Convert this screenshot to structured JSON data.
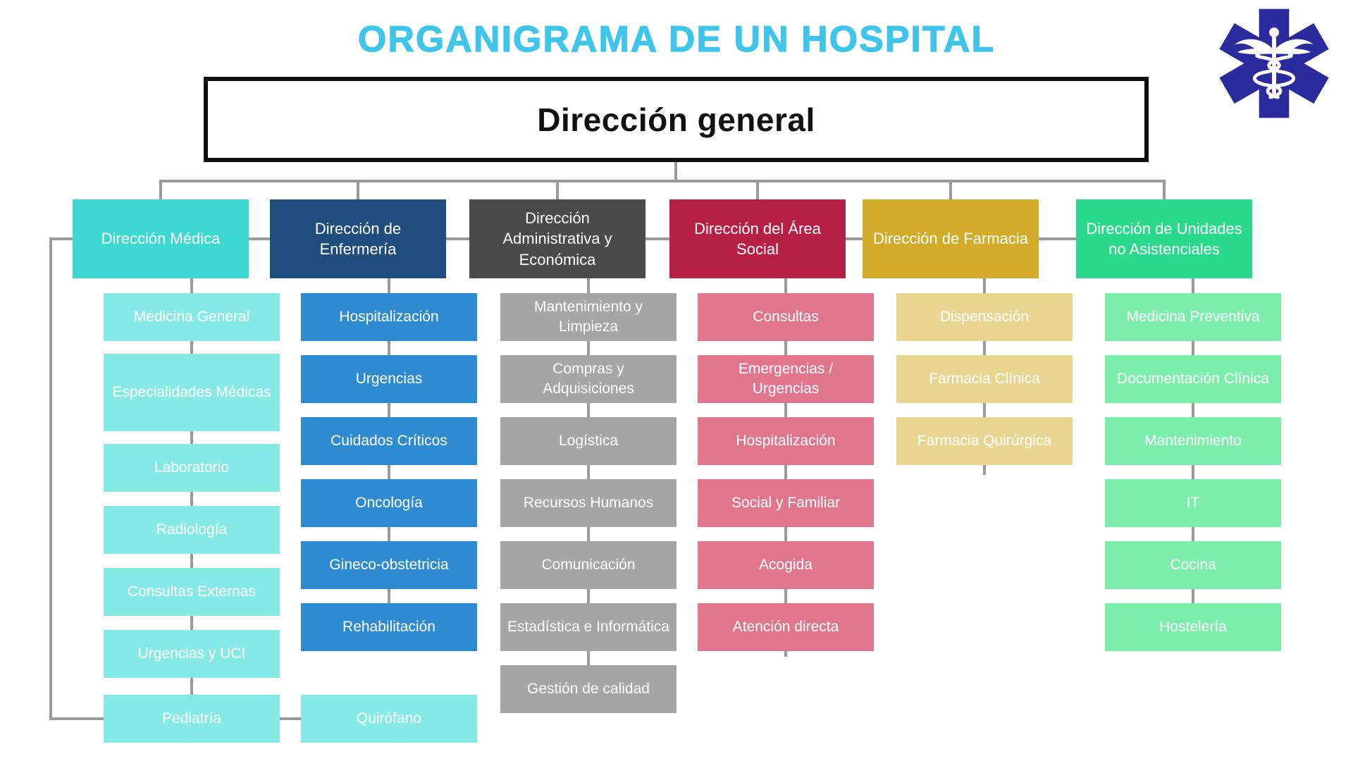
{
  "title": {
    "text": "ORGANIGRAMA DE UN HOSPITAL",
    "color": "#41c4e9"
  },
  "root": {
    "label": "Dirección general"
  },
  "logo": {
    "name": "star-of-life-caduceus",
    "color": "#2b2b9e"
  },
  "connector_color": "#9a9a9a",
  "branches": [
    {
      "label": "Dirección Médica",
      "header_color": "#3ed8d3",
      "child_color": "#87e9e5",
      "children": [
        "Medicina General",
        "Especialidades Médicas",
        "Laboratorio",
        "Radiología",
        "Consultas Externas",
        "Urgencias y UCI",
        "Pediatría"
      ]
    },
    {
      "label": "Dirección de Enfermería",
      "header_color": "#1f4e7e",
      "child_color": "#2e8bd0",
      "children": [
        "Hospitalización",
        "Urgencias",
        "Cuidados Críticos",
        "Oncología",
        "Gineco-obstetricia",
        "Rehabilitación"
      ]
    },
    {
      "label": "Dirección Administrativa y Económica",
      "header_color": "#4a4a4a",
      "child_color": "#a6a6a6",
      "children": [
        "Mantenimiento y Limpieza",
        "Compras y Adquisiciones",
        "Logística",
        "Recursos Humanos",
        "Comunicación",
        "Estadística e Informática",
        "Gestión de calidad"
      ]
    },
    {
      "label": "Dirección del Área Social",
      "header_color": "#b62045",
      "child_color": "#df768c",
      "children": [
        "Consultas",
        "Emergencias / Urgencias",
        "Hospitalización",
        "Social y Familiar",
        "Acogida",
        "Atención directa"
      ]
    },
    {
      "label": "Dirección de Farmacia",
      "header_color": "#d2ab2b",
      "child_color": "#e8d591",
      "children": [
        "Dispensación",
        "Farmacia Clínica",
        "Farmacia Quirúrgica"
      ]
    },
    {
      "label": "Dirección de Unidades no Asistenciales",
      "header_color": "#2bd98c",
      "child_color": "#7cedab",
      "children": [
        "Medicina Preventiva",
        "Documentación Clínica",
        "Mantenimiento",
        "IT",
        "Cocina",
        "Hostelería"
      ]
    }
  ],
  "orphan": {
    "label": "Quirófano"
  }
}
